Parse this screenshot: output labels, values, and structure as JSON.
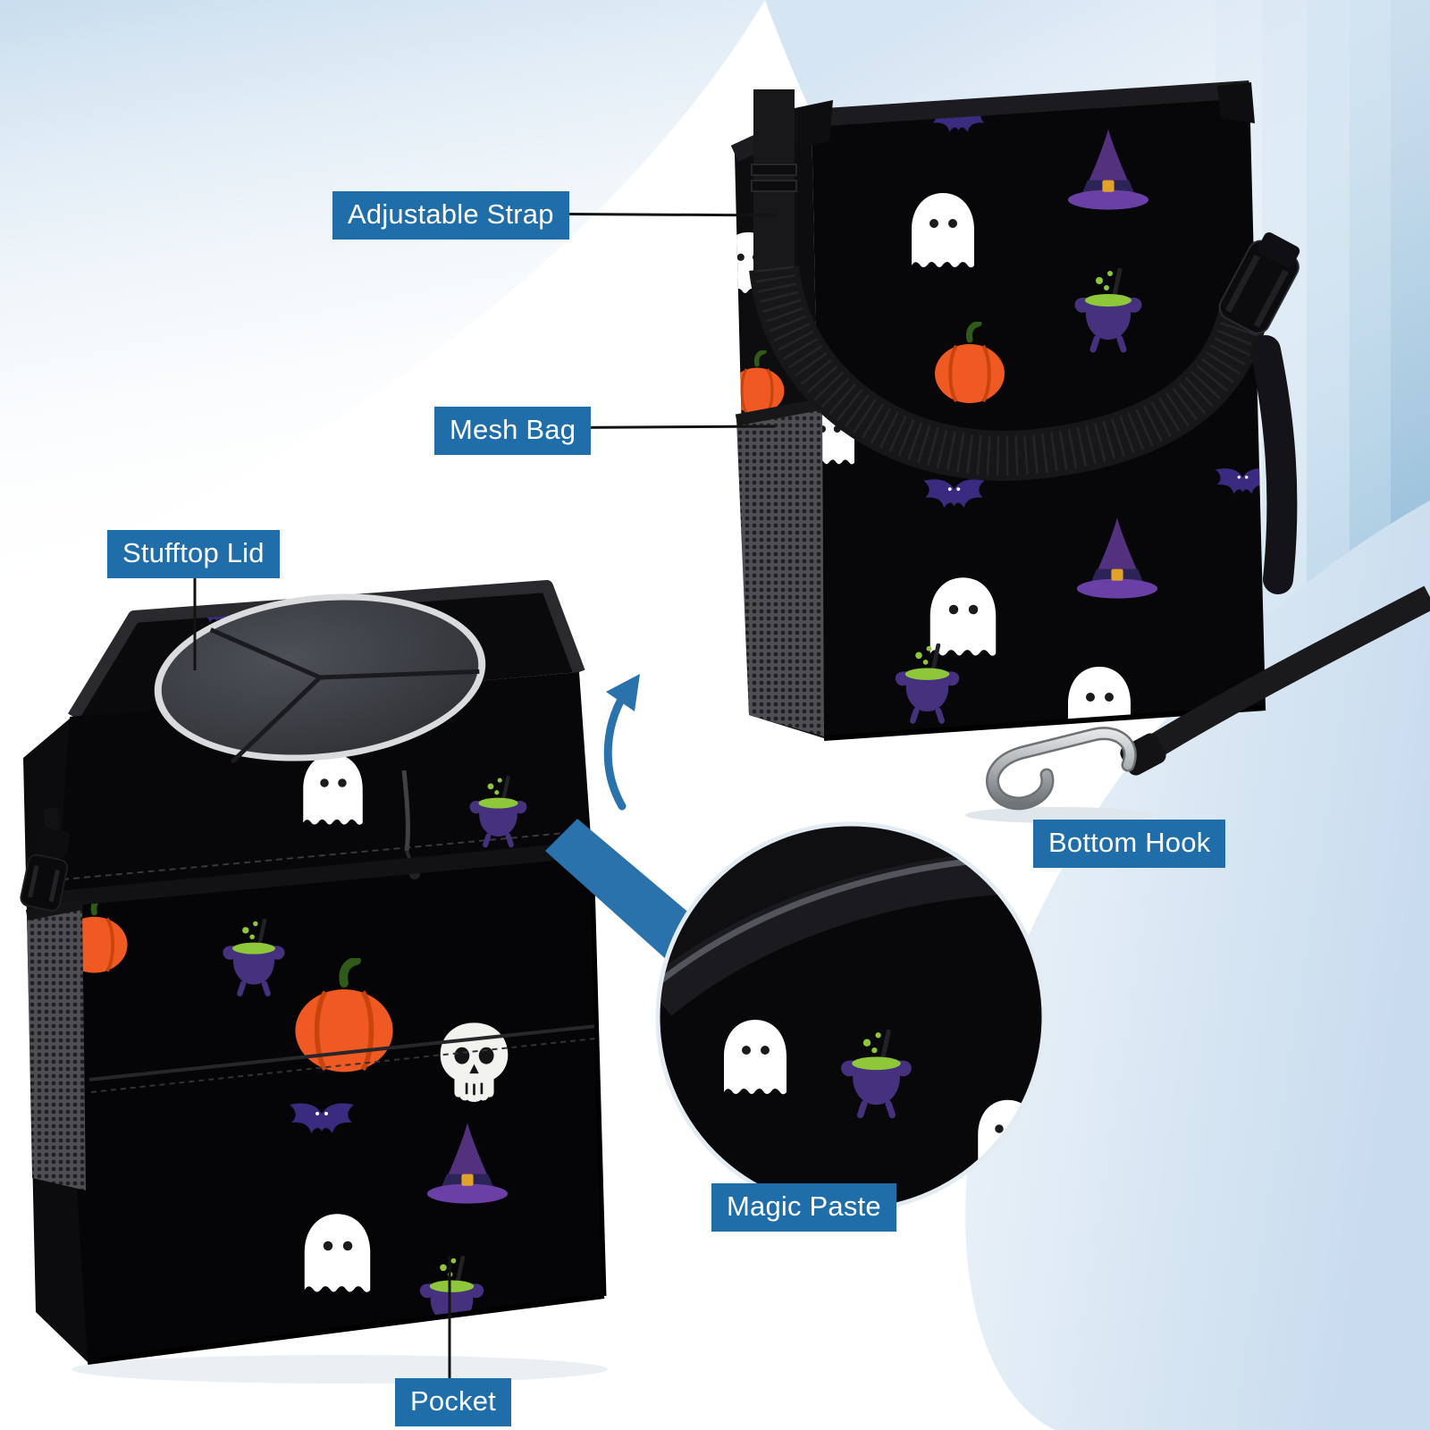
{
  "callouts": {
    "adjustable_strap": "Adjustable Strap",
    "mesh_bag": "Mesh Bag",
    "stufftop_lid": "Stufftop Lid",
    "bottom_hook": "Bottom Hook",
    "magic_paste": "Magic Paste",
    "pocket": "Pocket"
  },
  "pattern_icons": [
    "ghost",
    "witch hat",
    "pumpkin",
    "cauldron",
    "bat",
    "skull"
  ],
  "colors": {
    "label_bg": "#1f6da9",
    "label_text": "#ffffff",
    "callout_line": "#131313",
    "arrow_blue": "#2a72ab",
    "bag_black": "#070709",
    "bag_side_black": "#0d0d10",
    "strap_black": "#17171a",
    "binding_black": "#1c1c20",
    "mesh_gray": "#4e4e53",
    "mesh_hole": "#202024",
    "lid_gray": "#3a3d42",
    "lid_ring": "#dadbdd",
    "ghost_white": "#ffffff",
    "skull_white": "#f2f2ef",
    "pumpkin_orange": "#f05a22",
    "pumpkin_groove": "#c8440e",
    "stem_green": "#2f5a1a",
    "witch_purple": "#6a3fa6",
    "witch_purple_dark": "#53317f",
    "witch_band": "#2c2357",
    "buckle_gold": "#e2a12b",
    "cauldron_purple": "#46317e",
    "bat_purple": "#3a2b80",
    "slime_green": "#8fc73b",
    "metal_gray": "#a9adb0",
    "swoosh_blue": "#c9dcee"
  },
  "background_stripe_blues": [
    "#e7f0f8",
    "#d4e5f2",
    "#bed8ec",
    "#a8cbe2",
    "#93bcd9"
  ]
}
